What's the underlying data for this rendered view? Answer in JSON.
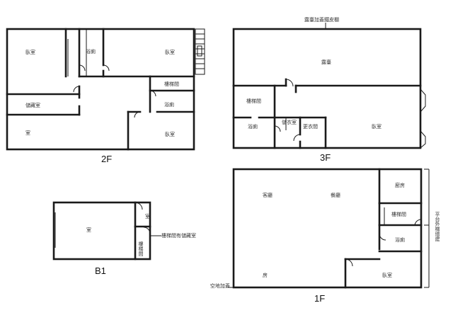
{
  "floors": {
    "f2": {
      "label": "2F",
      "rooms": {
        "bed_nw": "臥室",
        "bath": "浴廁",
        "bed_ne": "臥室",
        "stair": "樓梯間",
        "storage": "儲藏室",
        "bath2": "浴廁",
        "room_sw": "室",
        "bed_se": "臥室"
      }
    },
    "f3": {
      "label": "3F",
      "top_note": "露臺加蓋鐵皮棚",
      "rooms": {
        "terrace": "露臺",
        "stair": "樓梯間",
        "bath": "浴廁",
        "closet": "儲衣室",
        "dress": "更衣間",
        "bed": "臥室"
      }
    },
    "b1": {
      "label": "B1",
      "rooms": {
        "main": "室",
        "small": "室",
        "stair": "樓梯間"
      },
      "callout": "樓梯間有儲藏室"
    },
    "f1": {
      "label": "1F",
      "rooms": {
        "living": "客廳",
        "dining": "餐廳",
        "kitchen": "廚房",
        "stair": "樓梯間",
        "bath": "浴廁",
        "room_sw": "房",
        "bed": "臥室"
      },
      "side_note": "平台外梯增建",
      "bottom_note": "空地加蓋"
    }
  }
}
